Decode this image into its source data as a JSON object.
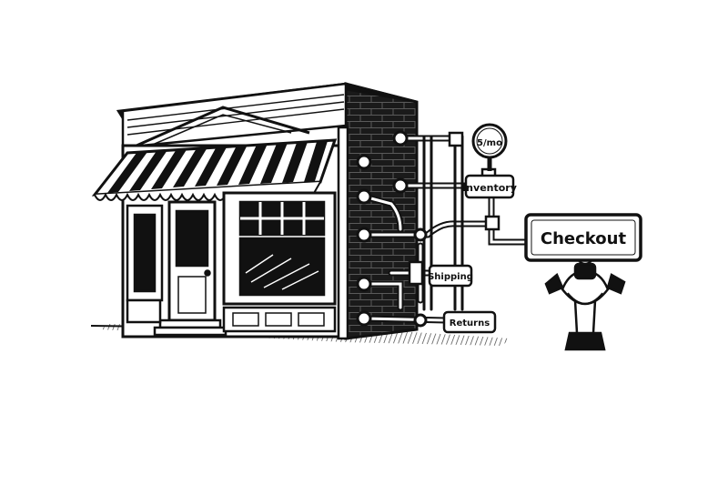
{
  "labels": {
    "gauge": "5/mo",
    "inventory": "Inventory",
    "shipping": "Shipping",
    "returns": "Returns",
    "checkout": "Checkout"
  },
  "colors": {
    "ink": "#111111",
    "paper": "#ffffff",
    "awning_stripe": "#111111"
  },
  "icons": [
    "storefront-icon",
    "pipe-network-icon",
    "pressure-gauge-icon",
    "robot-hand-icon"
  ]
}
